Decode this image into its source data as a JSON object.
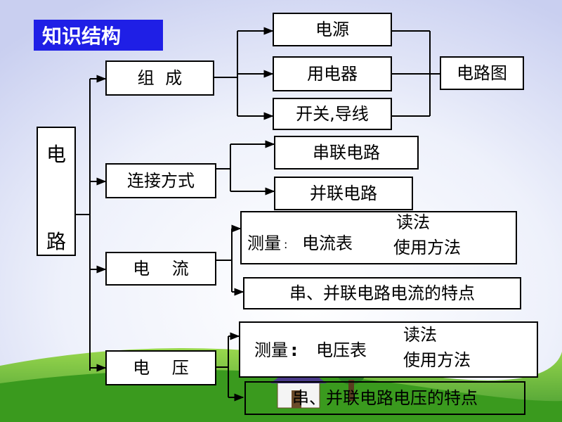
{
  "title": "知识结构",
  "root": {
    "char1": "电",
    "char2": "路"
  },
  "groups": {
    "composition": {
      "label": "组 成",
      "items": [
        "电源",
        "用电器",
        "开关,导线"
      ],
      "result": "电路图"
    },
    "connection": {
      "label": "连接方式",
      "items": [
        "串联电路",
        "并联电路"
      ]
    },
    "current": {
      "label": "电 流",
      "measure_prefix": "测量",
      "measure_colon": ":",
      "measure_tool": "电流表",
      "sub": [
        "读法",
        "使用方法"
      ],
      "feature": "串、并联电路电流的特点"
    },
    "voltage": {
      "label": "电 压",
      "measure_prefix": "测量",
      "measure_colon": ":",
      "measure_tool": "电压表",
      "sub": [
        "读法",
        "使用方法"
      ],
      "feature": "串、并联电路电压的特点"
    }
  },
  "colors": {
    "title_bg": "#1f1fe6",
    "title_text": "#ffffff"
  }
}
